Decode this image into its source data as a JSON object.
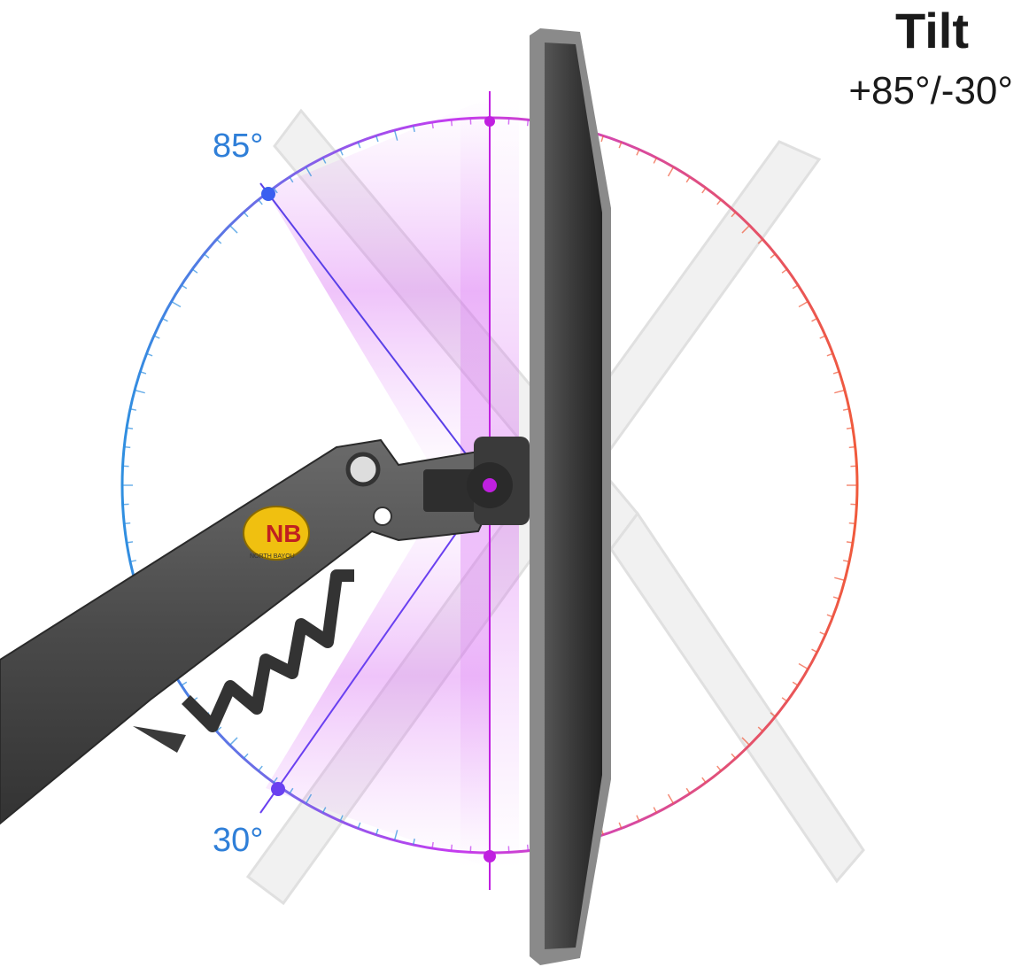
{
  "heading": {
    "title": "Tilt",
    "range": "+85°/-30°"
  },
  "angles": {
    "up": {
      "label": "85°",
      "degrees": 85
    },
    "down": {
      "label": "30°",
      "degrees": 30
    }
  },
  "logo": {
    "text": "NB",
    "subtext": "NORTH BAYOU"
  },
  "colors": {
    "arc_left": "#2f8fe0",
    "arc_mid": "#c43cf0",
    "arc_right": "#f05a3c",
    "axis": "#c020e0",
    "marker_up": "#3a5ff0",
    "marker_down": "#6a40f0",
    "label_text": "#2f7fd8",
    "monitor_frame": "#3c3c3c",
    "ghost_monitor": "#d9d9d9",
    "arm": "#4a4a4a",
    "logo_fill": "#f0c010"
  }
}
